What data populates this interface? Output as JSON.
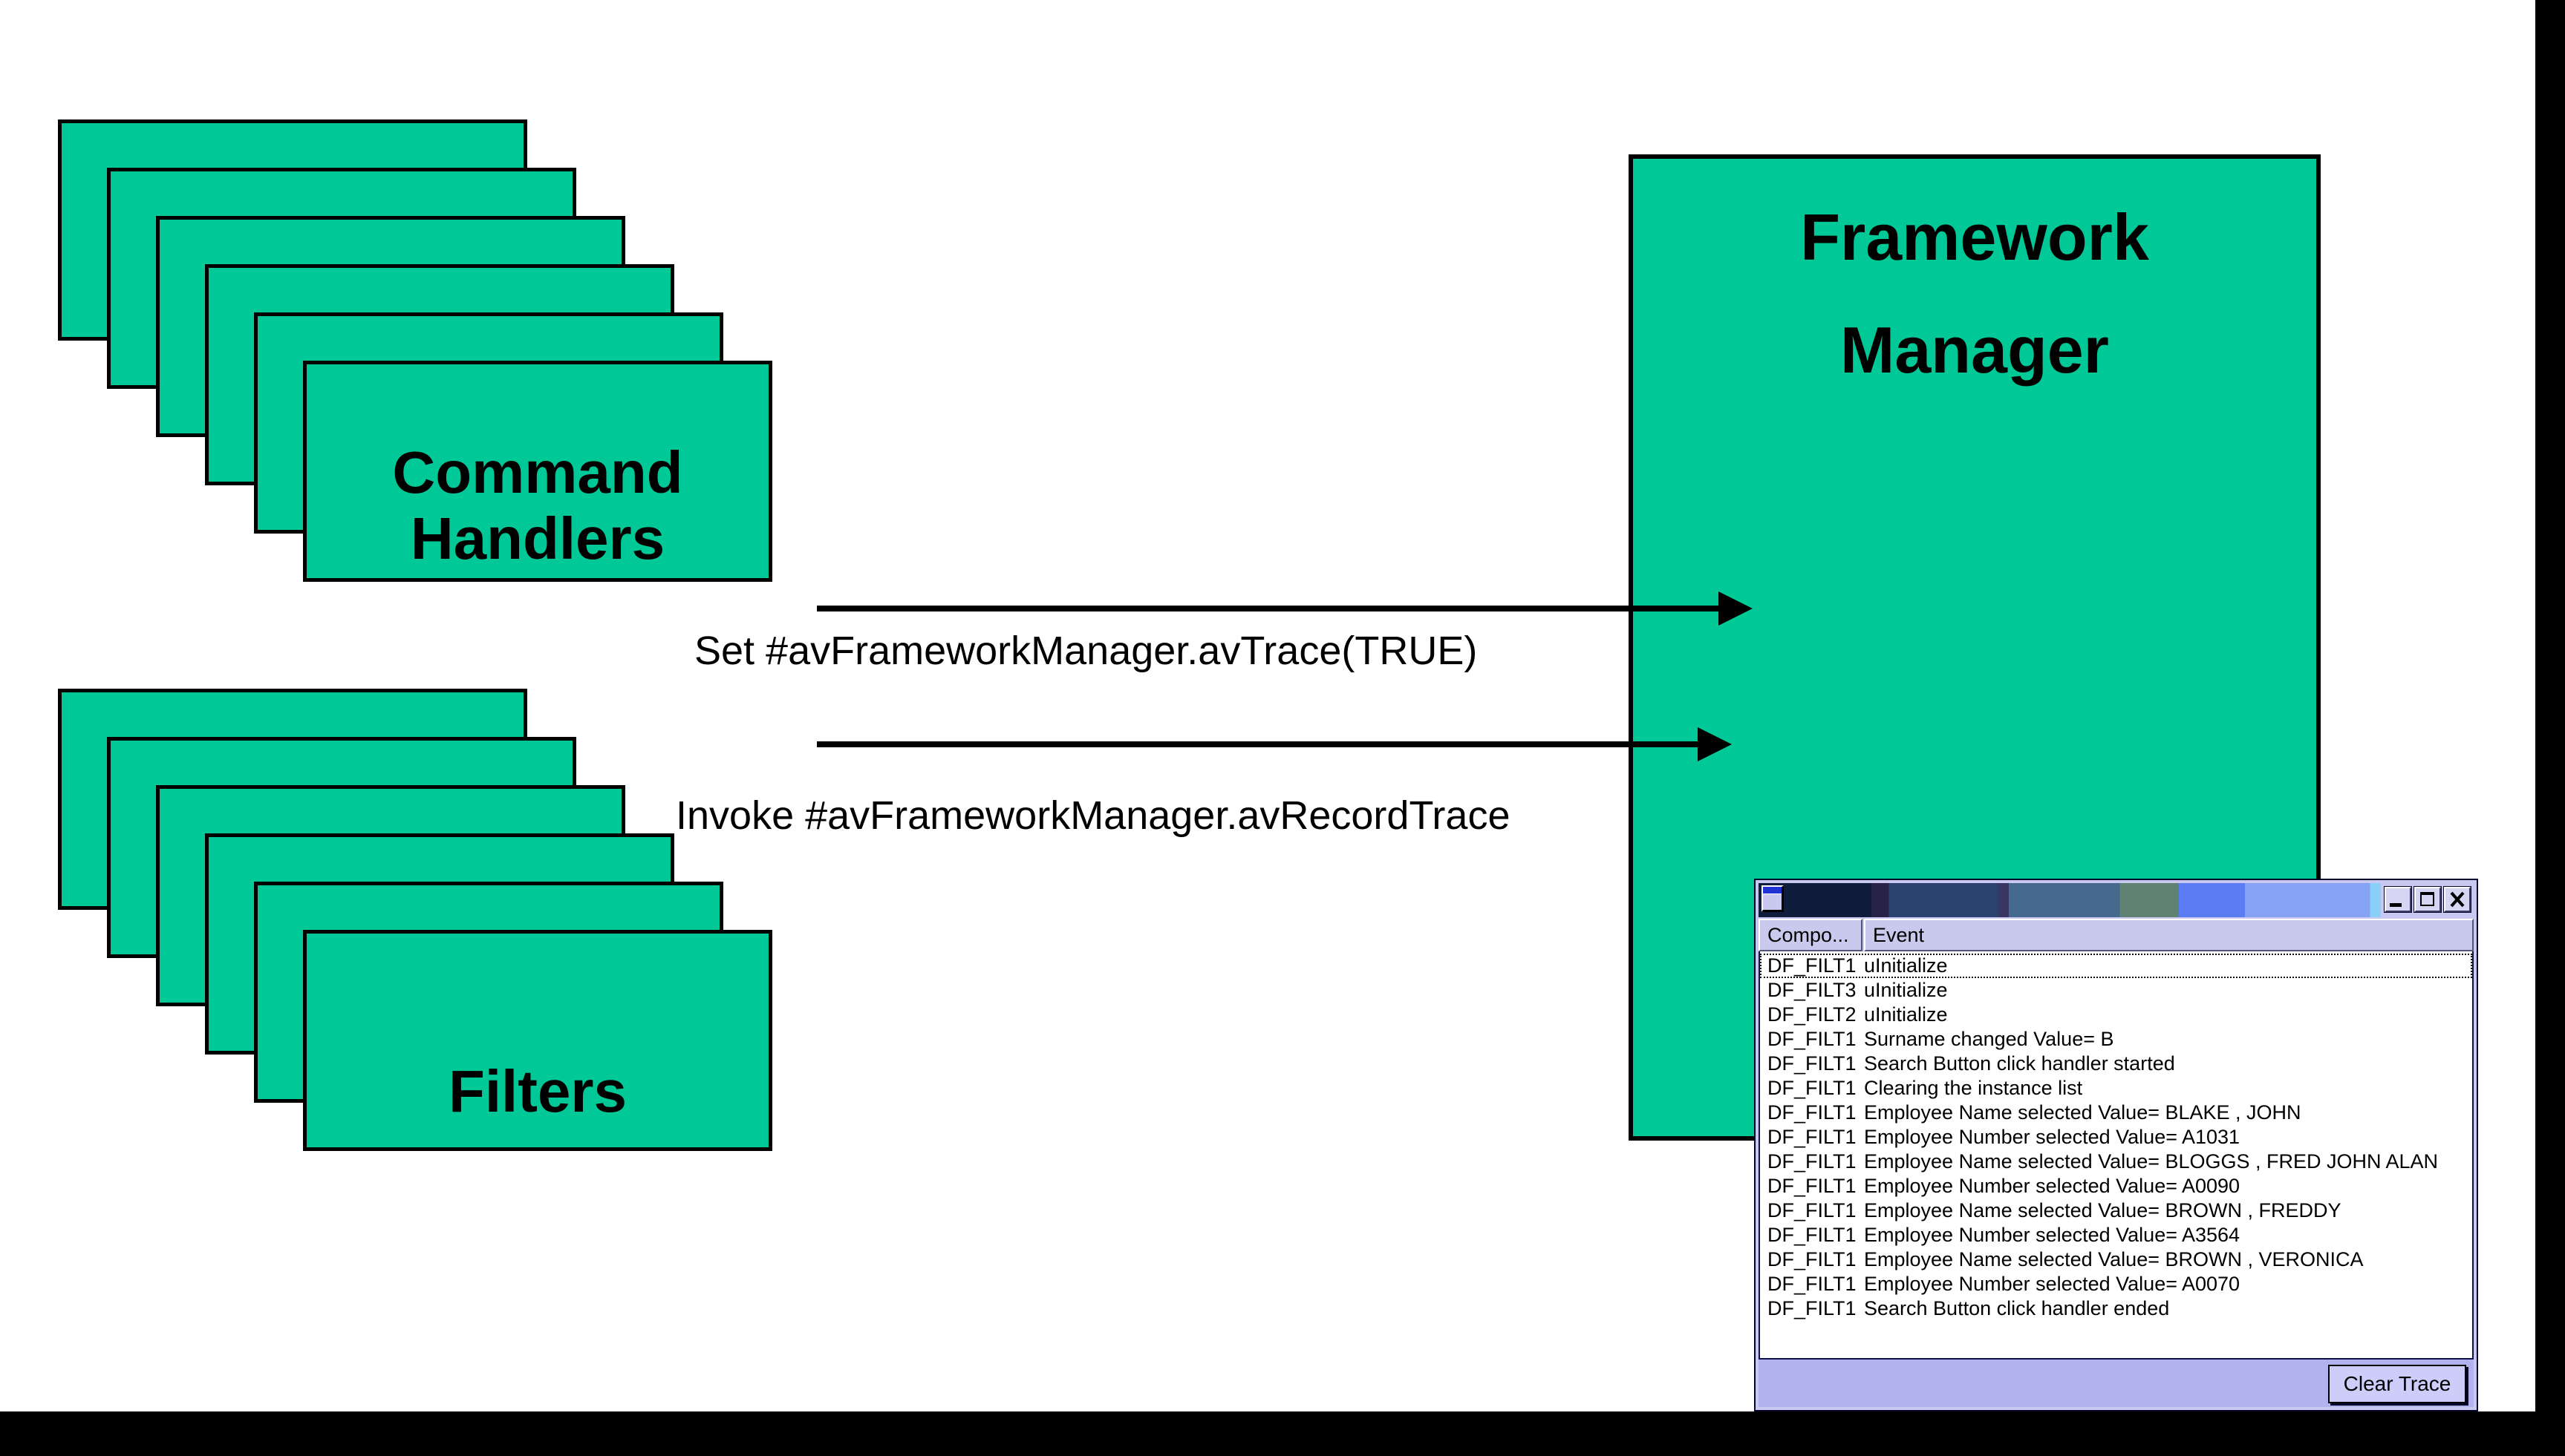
{
  "colors": {
    "accent_green": "#00C897",
    "window_chrome": "#C8C8F0"
  },
  "diagram": {
    "command_handlers": {
      "line1": "Command",
      "line2": "Handlers"
    },
    "filters": {
      "label": "Filters"
    },
    "framework_manager": {
      "line1": "Framework",
      "line2": "Manager"
    },
    "arrows": [
      {
        "label": "Set #avFrameworkManager.avTrace(TRUE)"
      },
      {
        "label": "Invoke #avFrameworkManager.avRecordTrace"
      }
    ]
  },
  "trace_window": {
    "columns": [
      "Compo...",
      "Event"
    ],
    "rows": [
      {
        "component": "DF_FILT1",
        "event": "uInitialize"
      },
      {
        "component": "DF_FILT3",
        "event": "uInitialize"
      },
      {
        "component": "DF_FILT2",
        "event": "uInitialize"
      },
      {
        "component": "DF_FILT1",
        "event": "Surname changed Value= B"
      },
      {
        "component": "DF_FILT1",
        "event": "Search Button click handler started"
      },
      {
        "component": "DF_FILT1",
        "event": "Clearing the instance list"
      },
      {
        "component": "DF_FILT1",
        "event": "Employee Name selected Value= BLAKE , JOHN"
      },
      {
        "component": "DF_FILT1",
        "event": "Employee Number selected Value= A1031"
      },
      {
        "component": "DF_FILT1",
        "event": "Employee Name selected Value= BLOGGS , FRED JOHN ALAN"
      },
      {
        "component": "DF_FILT1",
        "event": "Employee Number selected Value= A0090"
      },
      {
        "component": "DF_FILT1",
        "event": "Employee Name selected Value= BROWN , FREDDY"
      },
      {
        "component": "DF_FILT1",
        "event": "Employee Number selected Value= A3564"
      },
      {
        "component": "DF_FILT1",
        "event": "Employee Name selected Value= BROWN , VERONICA"
      },
      {
        "component": "DF_FILT1",
        "event": "Employee Number selected Value= A0070"
      },
      {
        "component": "DF_FILT1",
        "event": "Search Button click handler ended"
      }
    ],
    "clear_button_label": "Clear Trace"
  }
}
